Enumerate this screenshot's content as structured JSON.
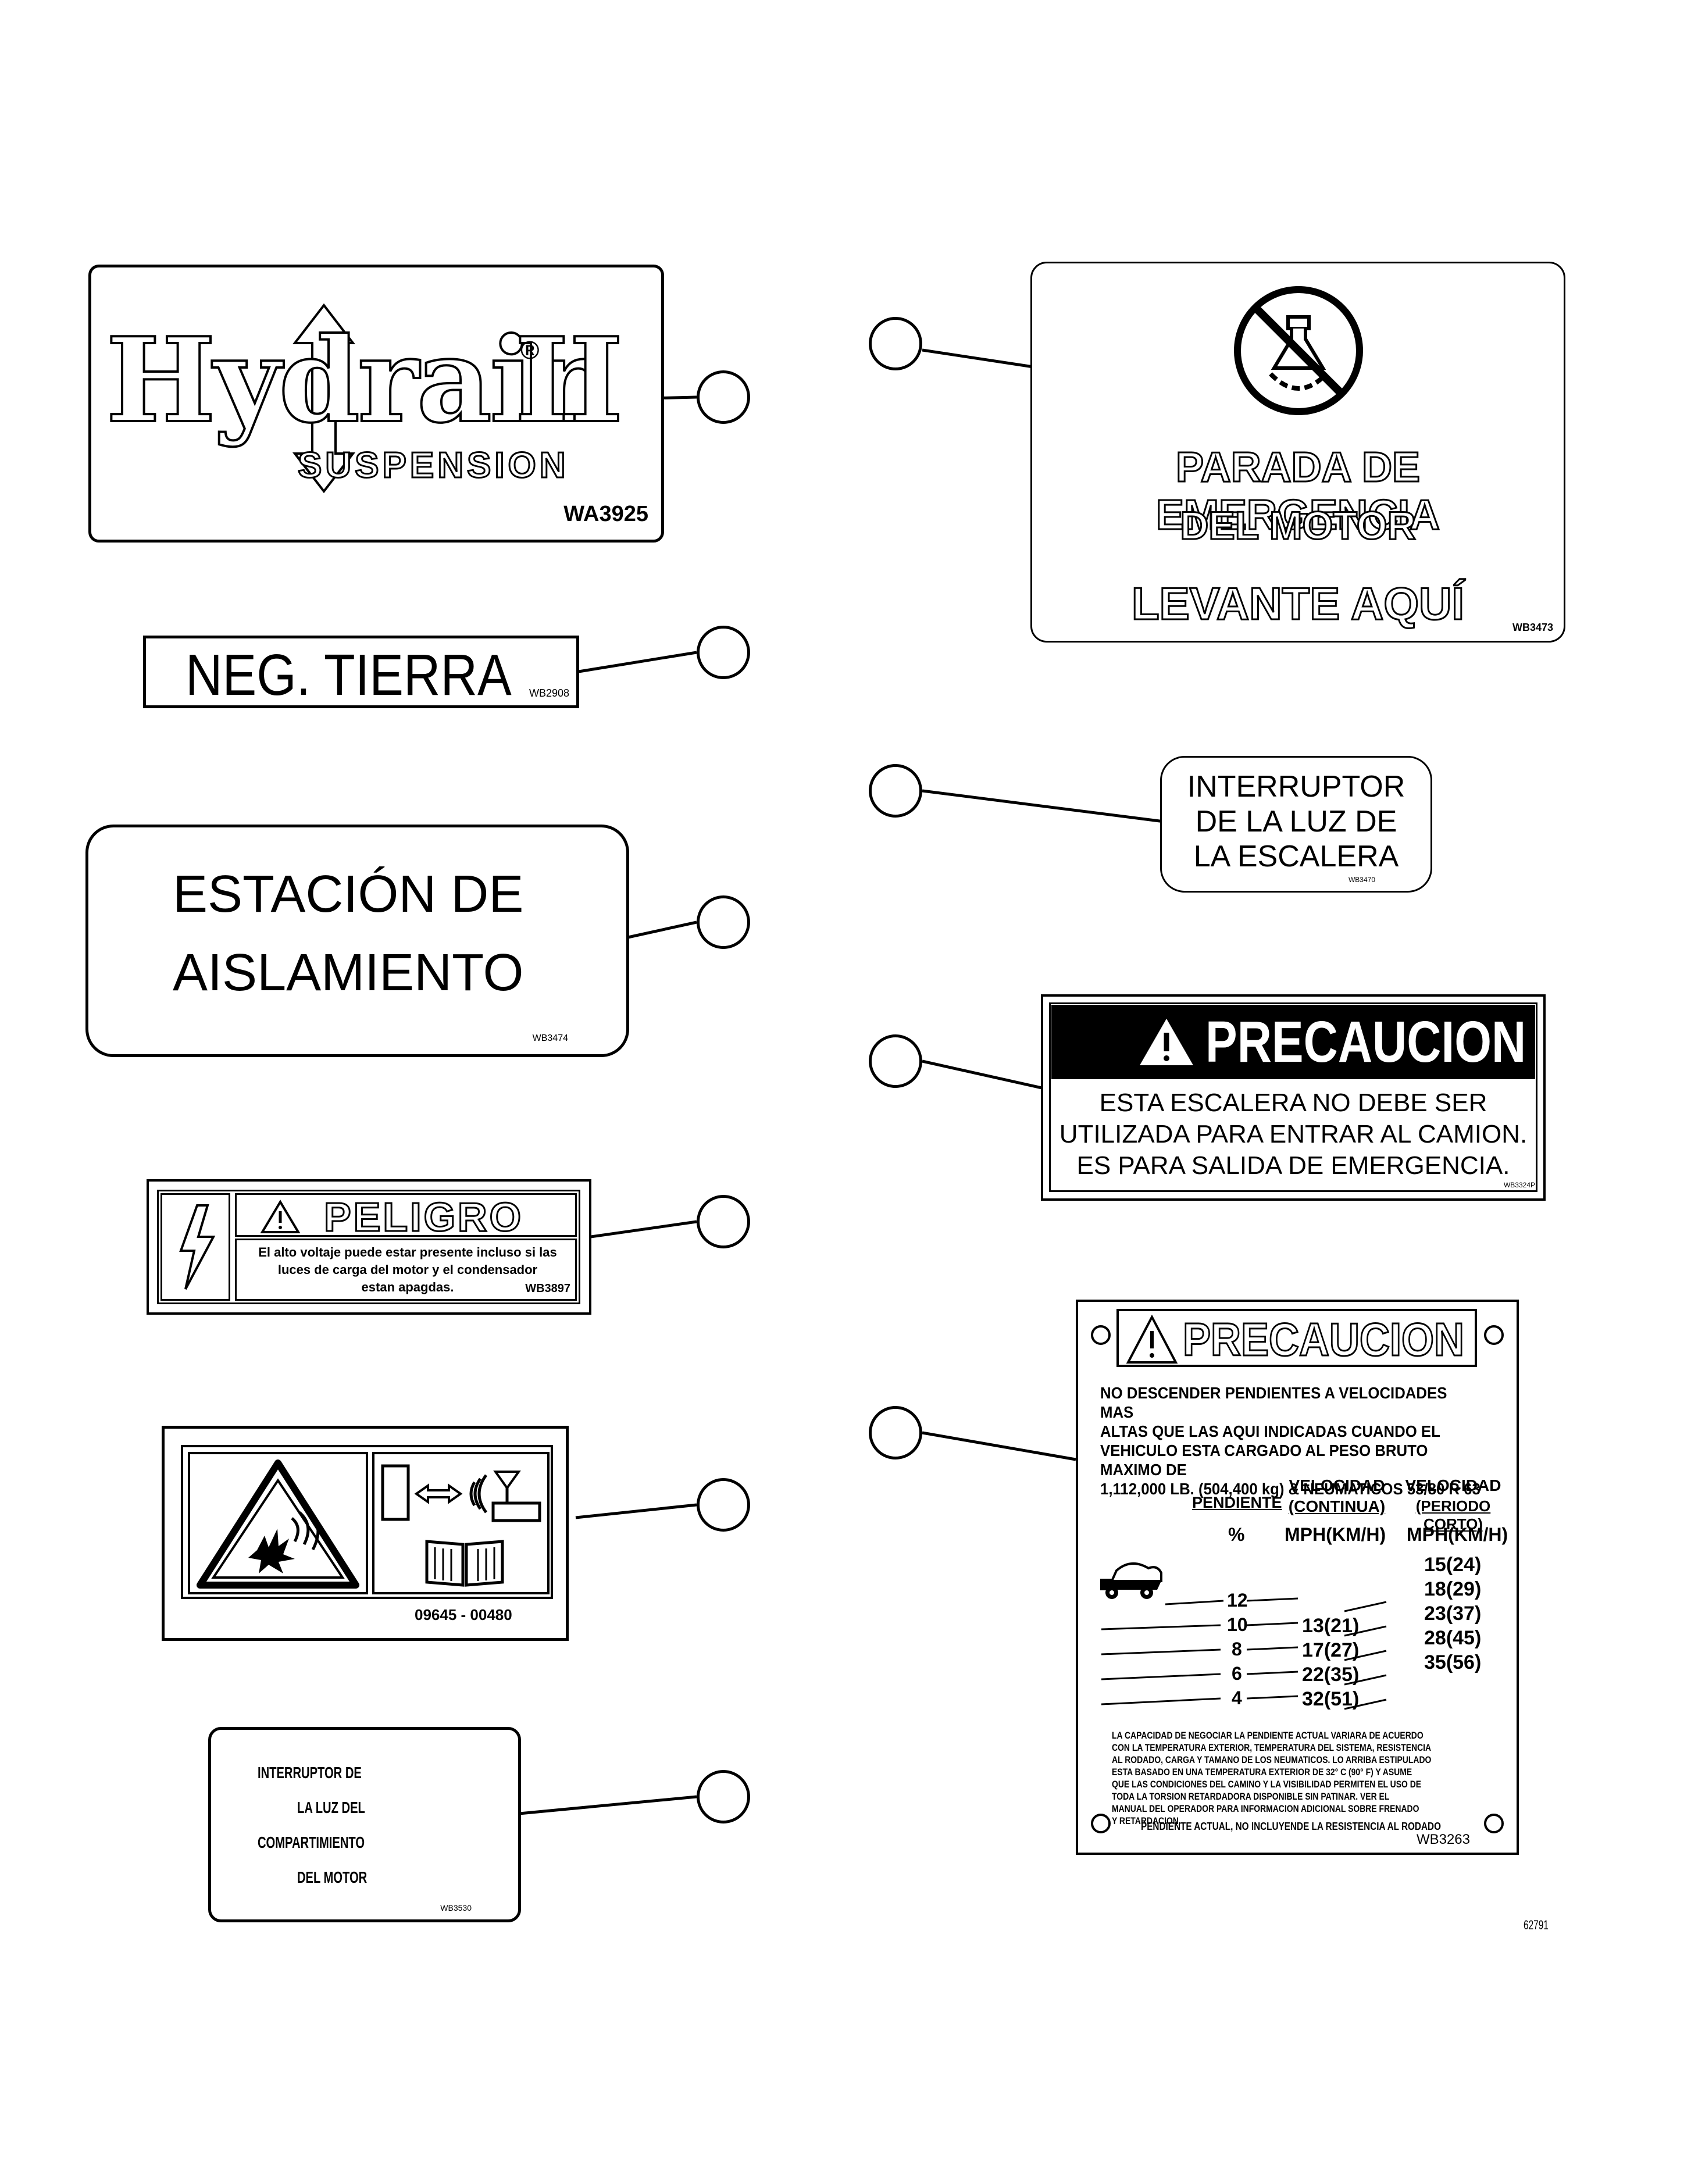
{
  "decals": {
    "hydrair": {
      "brand": "Hydrair",
      "reg": "®",
      "roman": "II",
      "subtitle": "SUSPENSION",
      "code": "WA3925"
    },
    "neg_tierra": {
      "text": "NEG. TIERRA",
      "code": "WB2908"
    },
    "estacion": {
      "line1": "ESTACIÓN DE",
      "line2": "AISLAMIENTO",
      "code": "WB3474"
    },
    "peligro": {
      "title": "PELIGRO",
      "body_line1": "El alto voltaje puede estar presente incluso si las",
      "body_line2": "luces de carga del motor y el condensador",
      "body_line3": "estan apagdas.",
      "code": "WB3897"
    },
    "pictogram": {
      "code": "09645 - 00480"
    },
    "compartimiento": {
      "line1": "INTERRUPTOR DE",
      "line2": "LA LUZ DEL",
      "line3": "COMPARTIMIENTO",
      "line4": "DEL MOTOR",
      "code": "WB3530"
    },
    "emergencia": {
      "line1": "PARADA DE EMERGENCIA",
      "line2": "DEL MOTOR",
      "line3": "LEVANTE AQUÍ",
      "code": "WB3473"
    },
    "escalera_luz": {
      "line1": "INTERRUPTOR",
      "line2": "DE LA LUZ DE",
      "line3": "LA ESCALERA",
      "code": "WB3470"
    },
    "precaucion_escalera": {
      "title": "PRECAUCION",
      "line1": "ESTA ESCALERA NO DEBE SER",
      "line2": "UTILIZADA PARA ENTRAR AL CAMION.",
      "line3": "ES PARA SALIDA DE EMERGENCIA.",
      "code": "WB3324P"
    },
    "precaucion_pendientes": {
      "title": "PRECAUCION",
      "intro": [
        "NO DESCENDER PENDIENTES A VELOCIDADES MAS",
        "ALTAS QUE LAS AQUI INDICADAS CUANDO EL",
        "VEHICULO ESTA CARGADO AL PESO BRUTO MAXIMO DE",
        "1,112,000 LB. (504,400 kg) & NEUMATICOS 53/80 R 63"
      ],
      "col_pendiente": "PENDIENTE",
      "col_cont_l1": "VELOCIDAD",
      "col_cont_l2": "(CONTINUA)",
      "col_short_l1": "VELOCIDAD",
      "col_short_l2": "(PERIODO CORTO)",
      "unit_pct": "%",
      "unit_cont": "MPH(KM/H)",
      "unit_short": "MPH(KM/H)",
      "grades": [
        "12",
        "10",
        "8",
        "6",
        "4"
      ],
      "continuous": [
        "13(21)",
        "17(27)",
        "22(35)",
        "32(51)"
      ],
      "short_period": [
        "15(24)",
        "18(29)",
        "23(37)",
        "28(45)",
        "35(56)"
      ],
      "notes": [
        "LA CAPACIDAD DE NEGOCIAR LA PENDIENTE ACTUAL VARIARA DE ACUERDO",
        "CON LA TEMPERATURA EXTERIOR, TEMPERATURA DEL SISTEMA, RESISTENCIA",
        "AL RODADO, CARGA Y TAMANO DE LOS NEUMATICOS. LO ARRIBA ESTIPULADO",
        "ESTA BASADO EN UNA TEMPERATURA EXTERIOR DE 32° C (90° F) Y ASUME",
        "QUE LAS CONDICIONES DEL CAMINO Y LA VISIBILIDAD PERMITEN EL USO DE",
        "TODA LA TORSION RETARDADORA DISPONIBLE SIN PATINAR. VER EL",
        "MANUAL DEL OPERADOR PARA INFORMACION ADICIONAL SOBRE FRENADO",
        "Y RETARDACION."
      ],
      "footer": "PENDIENTE ACTUAL, NO INCLUYENDE LA RESISTENCIA AL RODADO",
      "code": "WB3263"
    }
  },
  "figure_number": "62791"
}
